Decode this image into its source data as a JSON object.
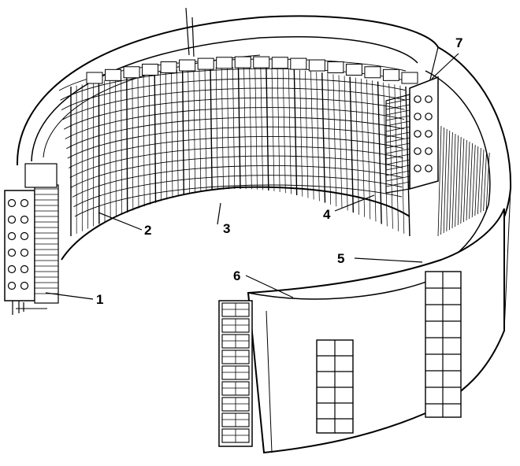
{
  "callouts": [
    {
      "id": "1",
      "text": "1"
    },
    {
      "id": "2",
      "text": "2"
    },
    {
      "id": "3",
      "text": "3"
    },
    {
      "id": "4",
      "text": "4"
    },
    {
      "id": "5",
      "text": "5"
    },
    {
      "id": "6",
      "text": "6"
    },
    {
      "id": "7",
      "text": "7"
    }
  ],
  "style": {
    "line_color": "#000000",
    "background": "#ffffff"
  }
}
